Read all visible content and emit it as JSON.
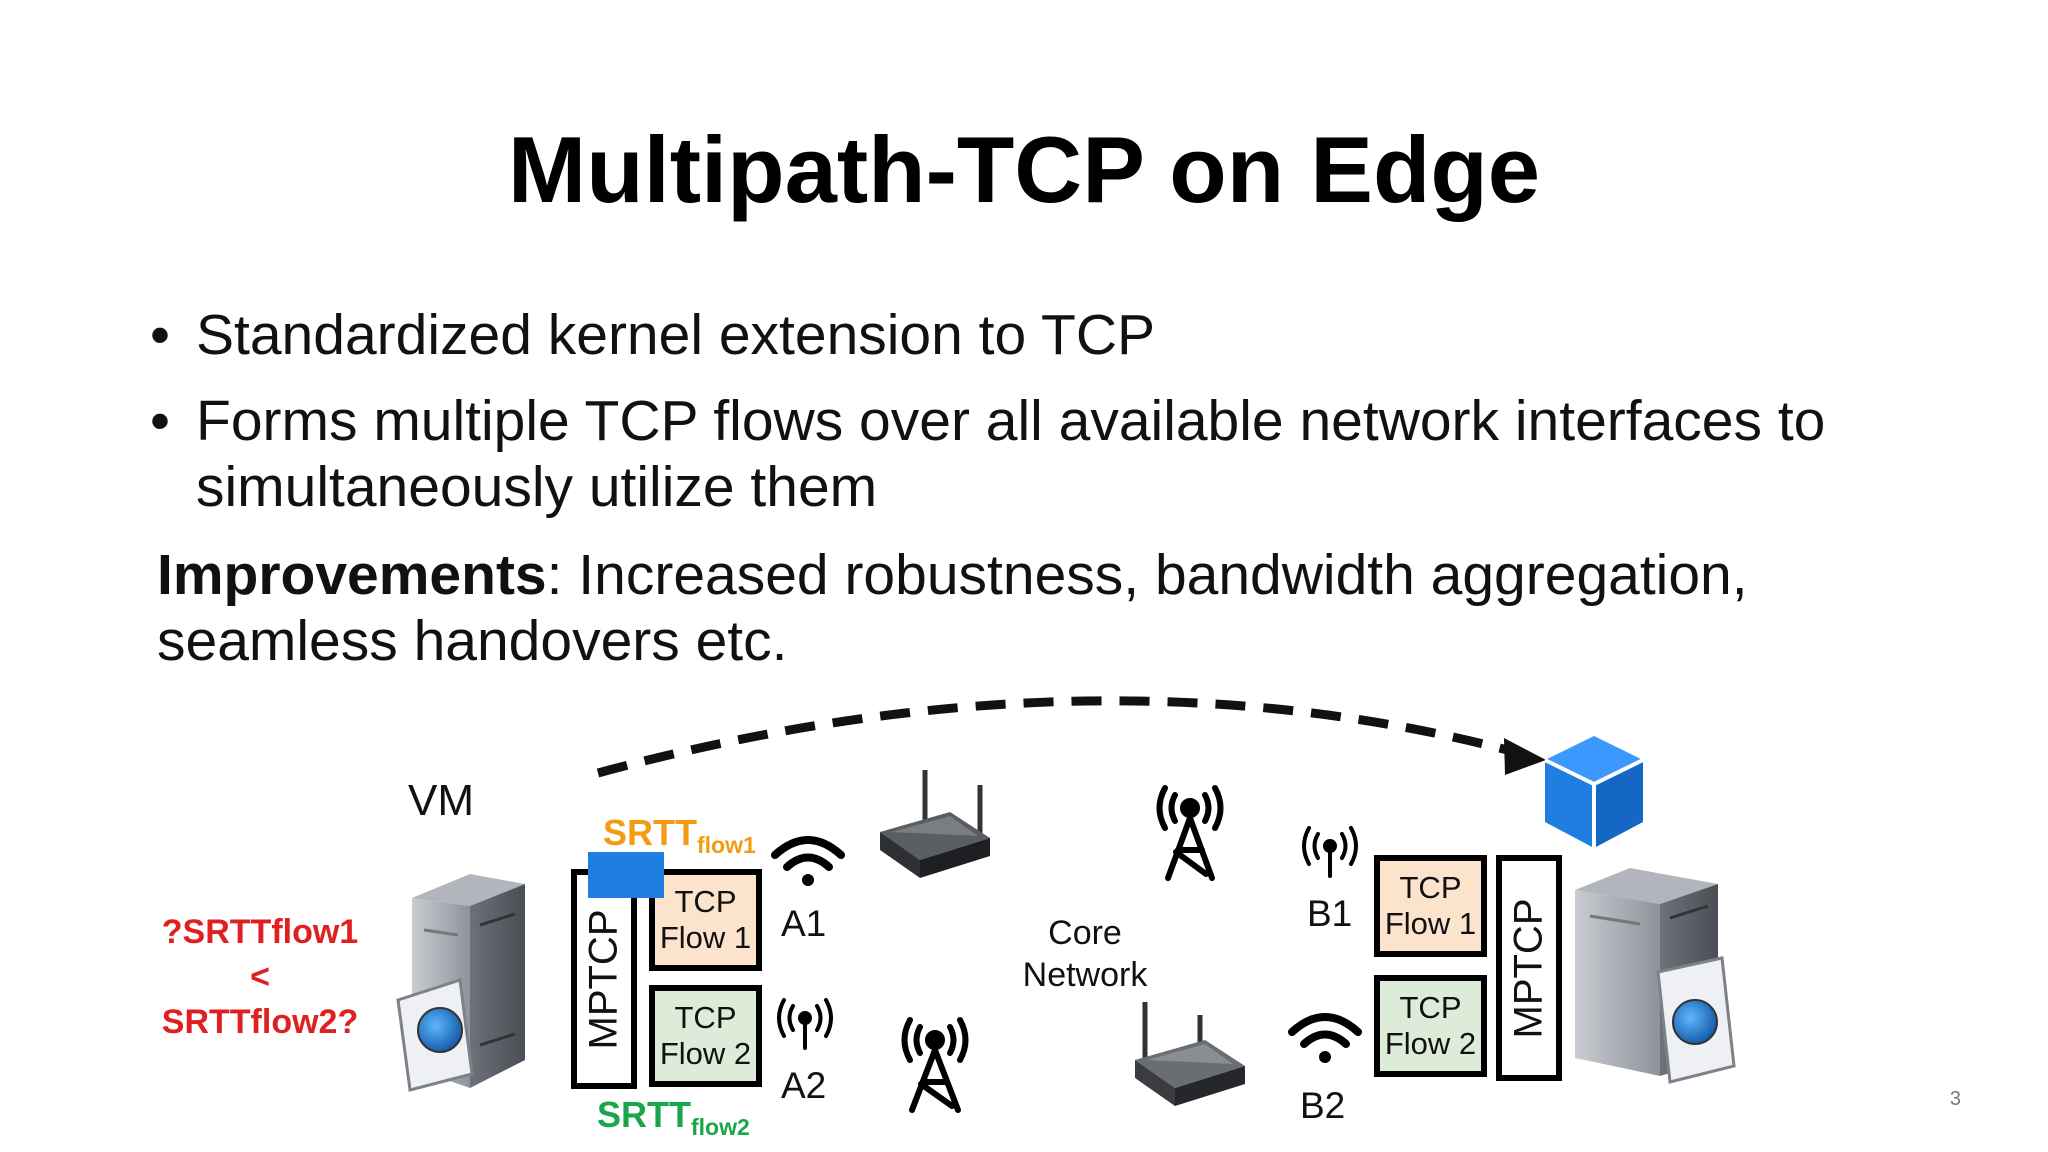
{
  "slide": {
    "title": "Multipath-TCP on Edge",
    "bullets": [
      "Standardized kernel extension to TCP",
      "Forms multiple TCP flows over all available network interfaces to simultaneously utilize them"
    ],
    "bullet_glyph": "•",
    "improvements_label": "Improvements",
    "improvements_text": ": Increased robustness, bandwidth aggregation, seamless handovers etc.",
    "page_number": "3"
  },
  "diagram": {
    "vm_label": "VM",
    "question_line1": "?SRTTflow1",
    "question_line2": "<",
    "question_line3": "SRTTflow2?",
    "srtt_main": "SRTT",
    "srtt_flow1_sub": "flow1",
    "srtt_flow2_sub": "flow2",
    "left_mptcp": "MPTCP",
    "right_mptcp": "MPTCP",
    "left_flow1": [
      "TCP",
      "Flow 1"
    ],
    "left_flow2": [
      "TCP",
      "Flow 2"
    ],
    "right_flow1": [
      "TCP",
      "Flow 1"
    ],
    "right_flow2": [
      "TCP",
      "Flow 2"
    ],
    "iface_a1": "A1",
    "iface_a2": "A2",
    "iface_b1": "B1",
    "iface_b2": "B2",
    "core_line1": "Core",
    "core_line2": "Network",
    "colors": {
      "flow1_orange": "#f39c12",
      "flow2_green": "#1aa64a",
      "question_red": "#e02020",
      "flow1_fill": "#fbe3cc",
      "flow2_fill": "#ddecd8",
      "vm_cube_blue": "#1e7fe0"
    },
    "icons": [
      "server-icon",
      "wifi-icon",
      "antenna-icon",
      "router-icon",
      "cell-tower-icon",
      "cube-icon",
      "dashed-migration-arrow"
    ]
  }
}
